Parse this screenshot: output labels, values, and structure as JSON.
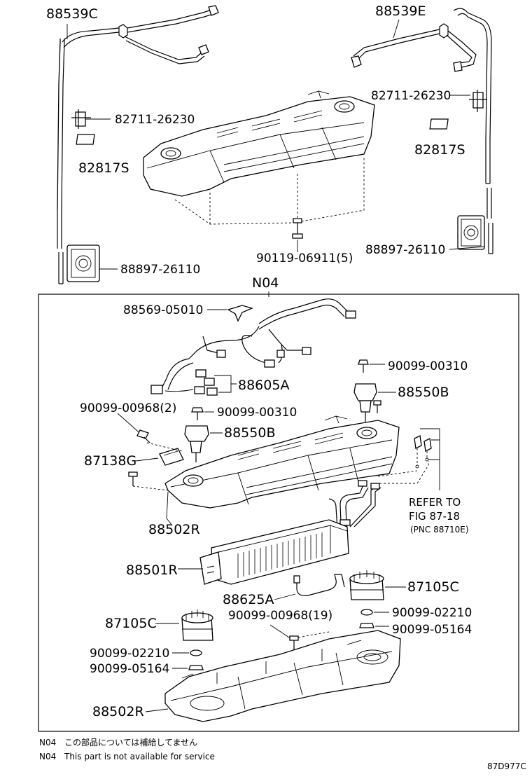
{
  "labels": {
    "hose_c": "88539C",
    "hose_e": "88539E",
    "clamp_left": "82711-26230",
    "clamp_right": "82711-26230",
    "seal_left": "82817S",
    "seal_right": "82817S",
    "bolt_top": "90119-06911(5)",
    "grommet_left": "88897-26110",
    "grommet_right": "88897-26110",
    "group_n04": "N04",
    "clip_88569": "88569-05010",
    "harness": "88605A",
    "screw_90099_00310_a": "90099-00310",
    "sensor_88550b_a": "88550B",
    "screw_90099_00968_2": "90099-00968(2)",
    "screw_90099_00310_b": "90099-00310",
    "sensor_88550b_b": "88550B",
    "part_87138g": "87138G",
    "case_upper": "88502R",
    "refer_line1": "REFER TO",
    "refer_line2": "FIG 87-18",
    "refer_line3": "(PNC 88710E)",
    "evaporator": "88501R",
    "sensor_88625a": "88625A",
    "motor_right": "87105C",
    "screw_90099_00968_19": "90099-00968(19)",
    "washer_right": "90099-02210",
    "nut_right": "90099-05164",
    "motor_left": "87105C",
    "washer_left": "90099-02210",
    "nut_left": "90099-05164",
    "case_lower": "88502R"
  },
  "footnotes": {
    "line1_code": "N04",
    "line1_text": "この部品については補給してません",
    "line2_code": "N04",
    "line2_text": "This part is not available for service"
  },
  "figure_id": "87D977C"
}
